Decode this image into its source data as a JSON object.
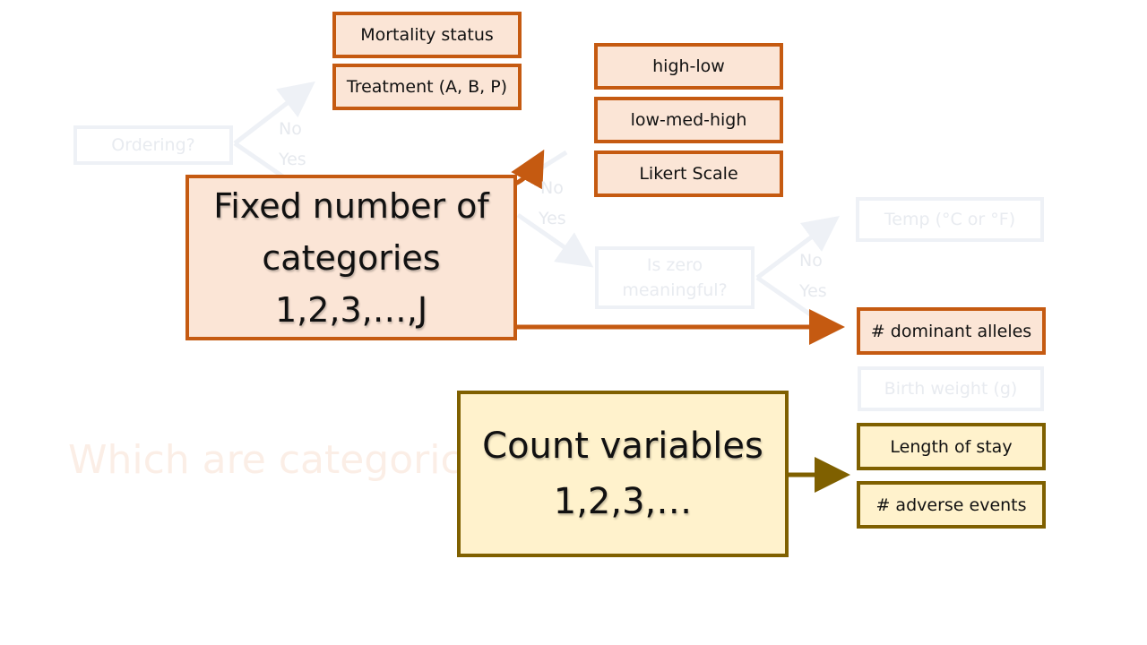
{
  "faded": {
    "ordering": "Ordering?",
    "no1": "No",
    "yes1": "Yes",
    "no2": "No",
    "yes2": "Yes",
    "zero": "Is zero meaningful?",
    "no3": "No",
    "yes3": "Yes",
    "temp": "Temp (°C or °F)",
    "birth": "Birth weight (g)",
    "question": "Which are categorical?"
  },
  "nominal": {
    "mortality": "Mortality status",
    "treatment": "Treatment (A, B, P)"
  },
  "ordinal": {
    "highlow": "high-low",
    "lowmedhigh": "low-med-high",
    "likert": "Likert Scale"
  },
  "fixed": {
    "line1": "Fixed number of",
    "line2": "categories",
    "line3": "1,2,3,…,J"
  },
  "count": {
    "line1": "Count variables",
    "line2": "1,2,3,…"
  },
  "right": {
    "alleles": "# dominant alleles",
    "stay": "Length of stay",
    "adverse": "# adverse events"
  },
  "colors": {
    "orange": "#c55a11",
    "olive": "#7f6000",
    "faded": "#eef1f6"
  }
}
